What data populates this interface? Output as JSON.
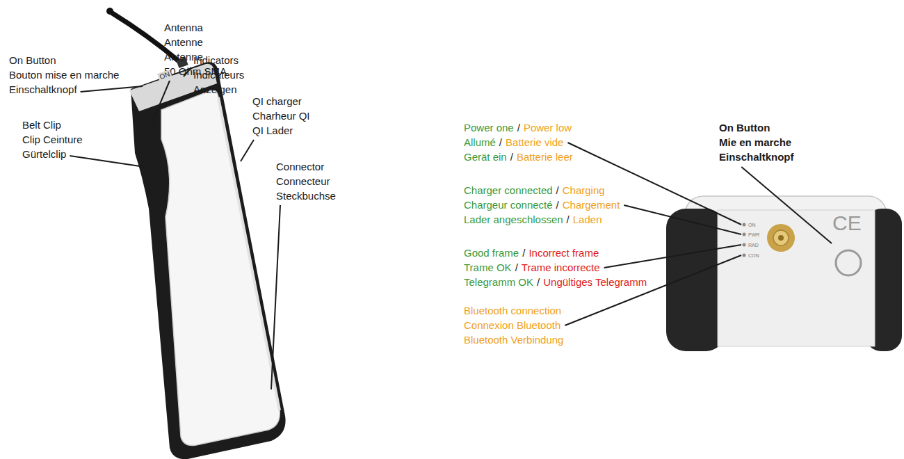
{
  "diagram": {
    "labels": [
      "Antenna",
      "Antenne",
      "Antenne",
      "50 Ohm SMA",
      "On Button",
      "Bouton mise en marche",
      "Einschaltknopf",
      "Indicators",
      "Indicateurs",
      "Anzeigen",
      "QI charger",
      "Charheur QI",
      "QI Lader",
      "Belt Clip",
      "Clip Ceinture",
      "Gürtelclip",
      "Connector",
      "Connecteur",
      "Steckbuchse",
      "ON",
      "Power one",
      "/",
      "Power low",
      "Allumé",
      "/",
      "Batterie vide",
      "Gerät ein",
      "/",
      "Batterie leer",
      "Charger connected",
      "/",
      "Charging",
      "Chargeur connecté",
      "/",
      "Chargement",
      "Lader angeschlossen",
      "/",
      "Laden",
      "Good frame",
      "/",
      "Incorrect frame",
      "Trame OK",
      "/",
      "Trame incorrecte",
      "Telegramm OK",
      "/",
      "Ungültiges Telegramm",
      "Bluetooth connection",
      "Connexion Bluetooth",
      "Bluetooth Verbindung",
      "On Button",
      "Mie en marche",
      "Einschaltknopf",
      "ON",
      "PWR",
      "RAD",
      "CON",
      "CE"
    ]
  }
}
